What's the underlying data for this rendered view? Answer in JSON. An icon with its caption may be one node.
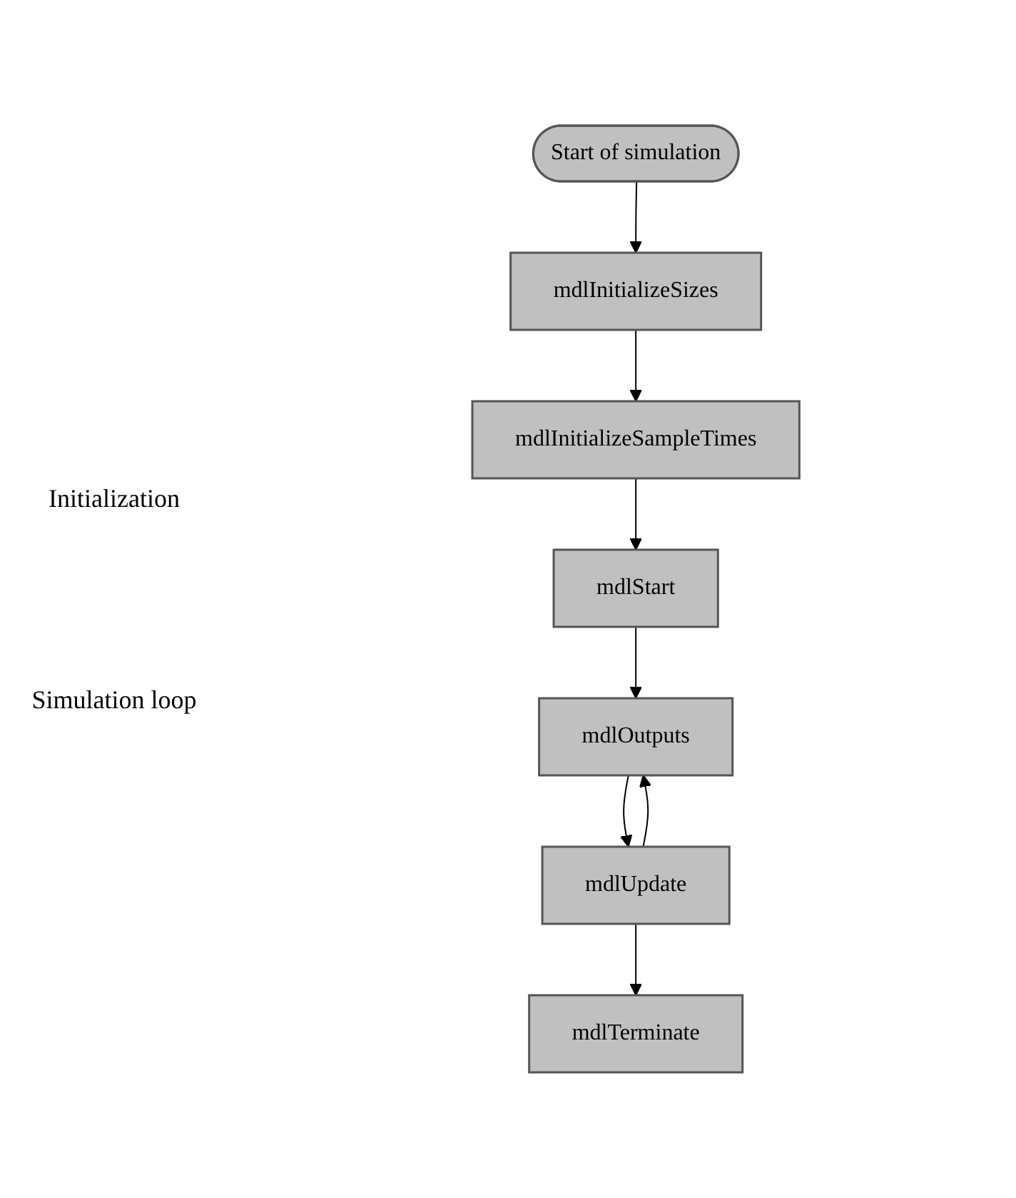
{
  "diagram": {
    "nodes": [
      {
        "text": [
          "Start of simulation"
        ]
      },
      {
        "text": [
          "mdlInitializeSizes"
        ]
      },
      {
        "text": [
          "mdlInitializeSampleTimes"
        ]
      },
      {
        "text": [
          "mdlStart"
        ]
      },
      {
        "text": [
          "mdlOutputs"
        ]
      },
      {
        "text": [
          "mdlUpdate"
        ]
      },
      {
        "text": [
          "mdlTerminate"
        ]
      }
    ],
    "edges": [
      {
        "from": 0,
        "to": 1,
        "arrow": "to"
      },
      {
        "from": 1,
        "to": 2,
        "arrow": "to"
      },
      {
        "from": 2,
        "to": 3,
        "arrow": "to"
      },
      {
        "from": 3,
        "to": 4,
        "arrow": "to"
      },
      {
        "from": 4,
        "to": 5,
        "arrow": "to"
      },
      {
        "from": 5,
        "to": 4,
        "arrow": "to"
      },
      {
        "from": 5,
        "to": 6,
        "arrow": "to"
      }
    ],
    "labels": [
      "Initialization",
      "Simulation loop"
    ]
  }
}
